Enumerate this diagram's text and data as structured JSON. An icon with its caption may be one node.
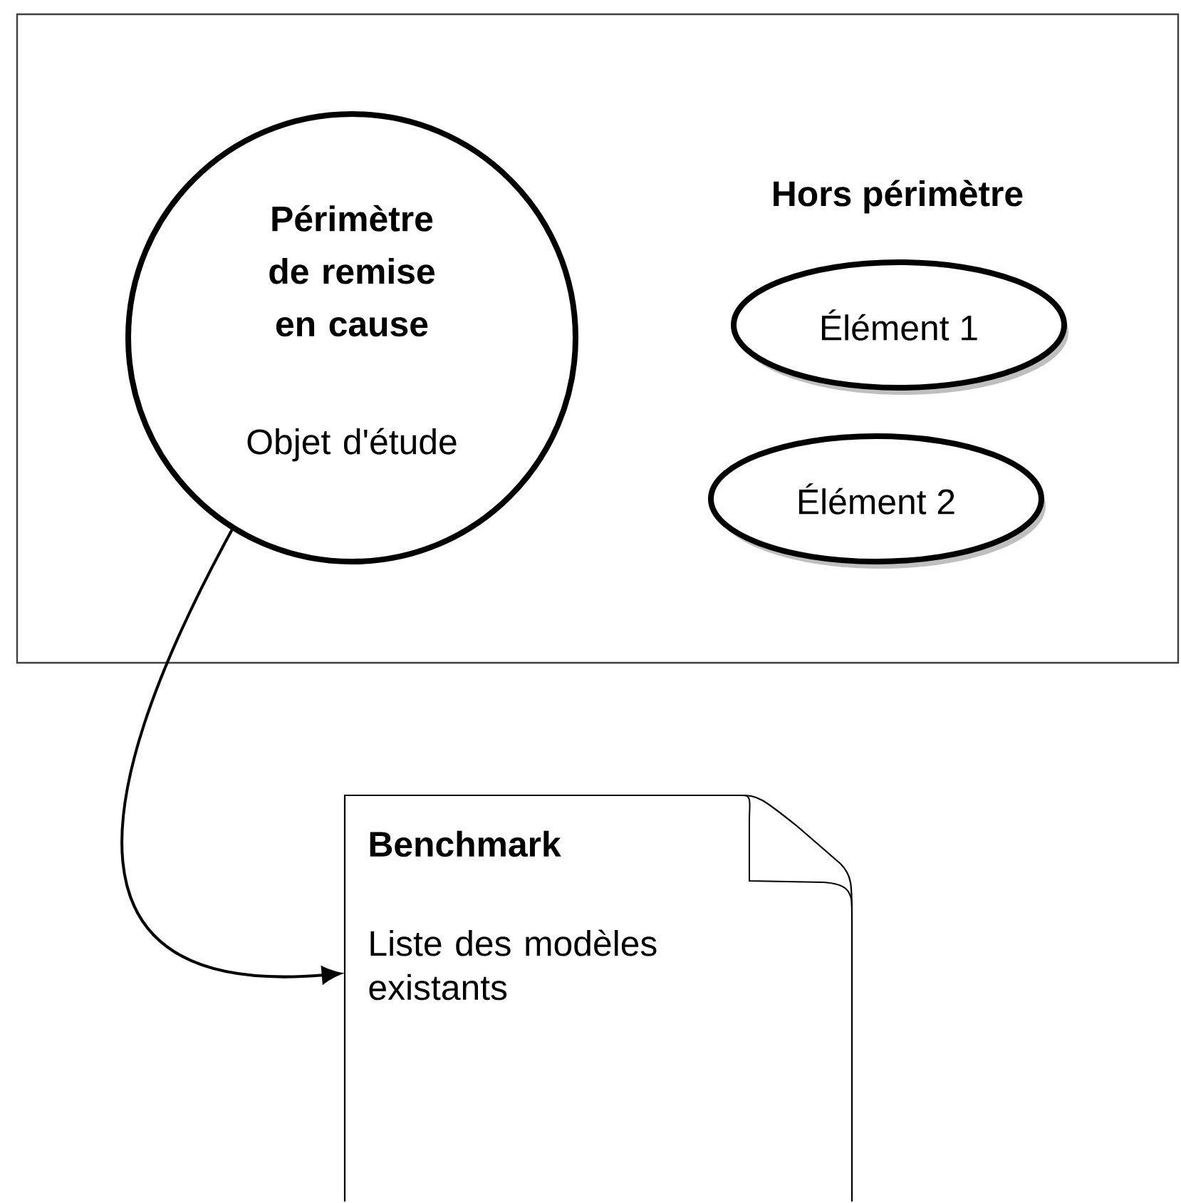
{
  "diagram": {
    "nodes": [
      {
        "text": [],
        "shape": "box"
      },
      {
        "text": [
          "Périmètre de remise en cause",
          "Objet d'étude"
        ],
        "in": 0
      },
      {
        "text": [
          "Élément 1"
        ],
        "in": 0
      },
      {
        "text": [
          "Élément 2"
        ],
        "in": 0
      },
      {
        "text": [
          "Benchmark",
          "Liste des modèles existants"
        ]
      }
    ],
    "edges": [
      {
        "from": 1,
        "to": 4,
        "arrow": "to"
      }
    ],
    "labels": [
      "Hors périmètre"
    ]
  }
}
